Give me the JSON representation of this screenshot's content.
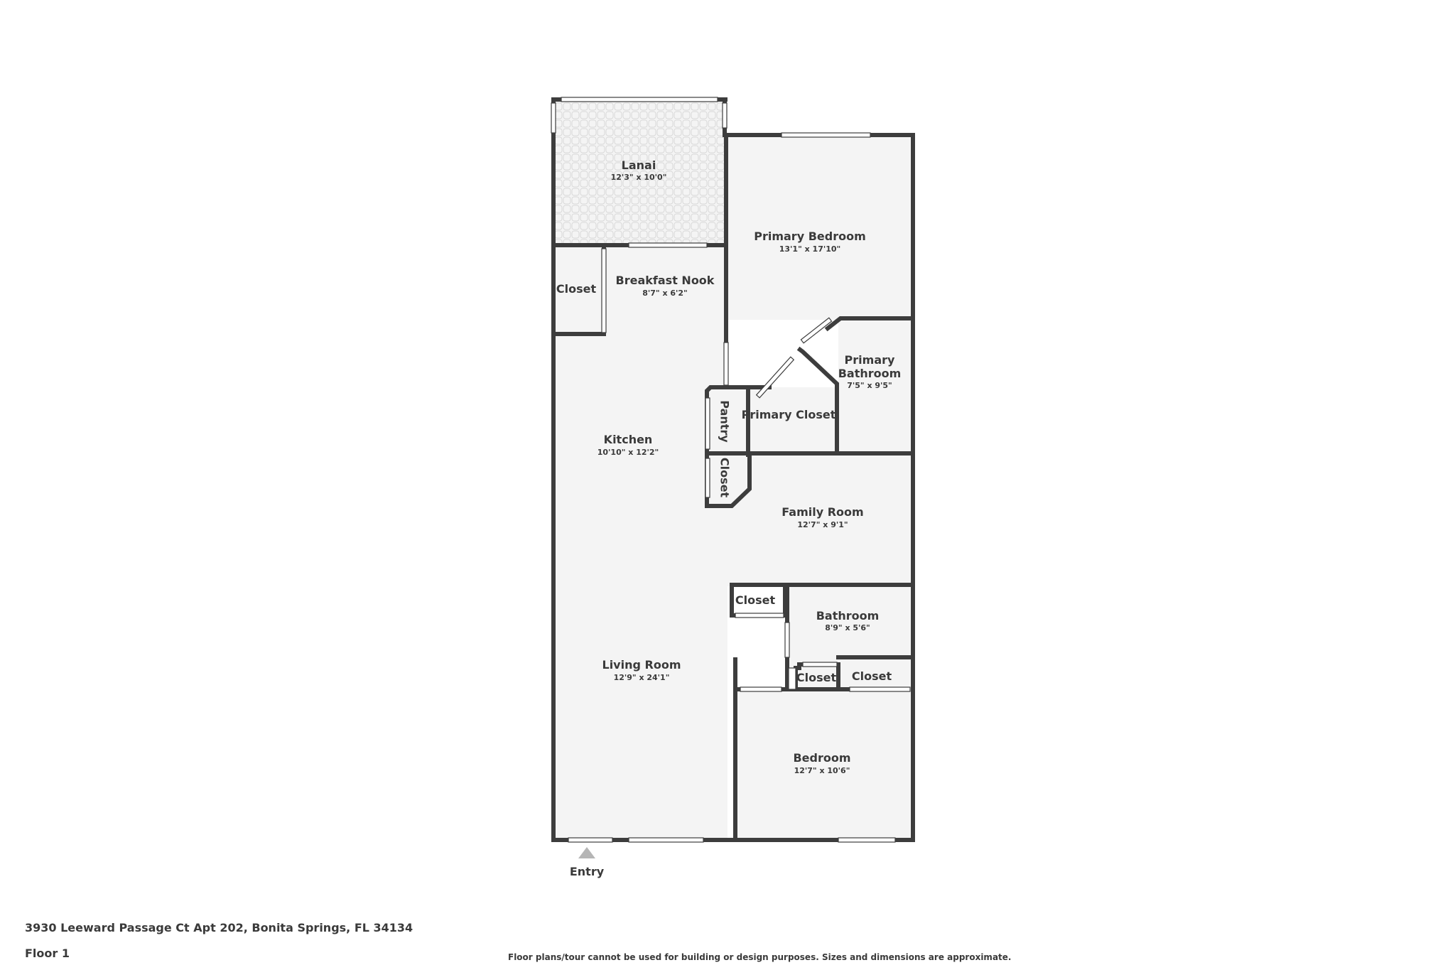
{
  "rooms": {
    "lanai": {
      "name": "Lanai",
      "dims": "12'3\" x 10'0\""
    },
    "primary_bedroom": {
      "name": "Primary Bedroom",
      "dims": "13'1\" x 17'10\""
    },
    "closet_nook": {
      "name": "Closet"
    },
    "breakfast_nook": {
      "name": "Breakfast Nook",
      "dims": "8'7\" x 6'2\""
    },
    "primary_bathroom": {
      "name_line1": "Primary",
      "name_line2": "Bathroom",
      "dims": "7'5\" x 9'5\""
    },
    "pantry": {
      "name": "Pantry"
    },
    "primary_closet": {
      "name": "Primary Closet"
    },
    "kitchen": {
      "name": "Kitchen",
      "dims": "10'10\" x 12'2\""
    },
    "closet_hall": {
      "name": "Closet"
    },
    "family_room": {
      "name": "Family Room",
      "dims": "12'7\" x 9'1\""
    },
    "closet_bath": {
      "name": "Closet"
    },
    "bathroom": {
      "name": "Bathroom",
      "dims": "8'9\" x 5'6\""
    },
    "living_room": {
      "name": "Living Room",
      "dims": "12'9\" x 24'1\""
    },
    "closet_small": {
      "name": "Closet"
    },
    "closet_bed": {
      "name": "Closet"
    },
    "bedroom": {
      "name": "Bedroom",
      "dims": "12'7\" x 10'6\""
    }
  },
  "entry": {
    "label": "Entry"
  },
  "footer": {
    "address": "3930 Leeward Passage Ct Apt 202, Bonita Springs, FL 34134",
    "floor": "Floor 1",
    "disclaimer": "Floor plans/tour cannot be used for building or design purposes. Sizes and dimensions are approximate."
  },
  "colors": {
    "wall": "#3d3d3d",
    "floor": "#f4f4f4",
    "window": "#ffffff",
    "lanai_tile": "#d9d9d9",
    "entry_arrow": "#b5b5b5"
  }
}
